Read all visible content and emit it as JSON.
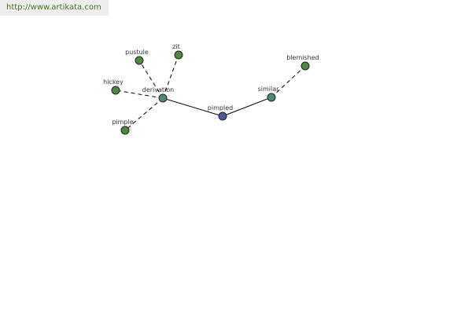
{
  "source": {
    "url_text": "http://www.artikata.com"
  },
  "graph": {
    "center": "pimpled",
    "nodes": [
      {
        "id": "pimpled",
        "label": "pimpled",
        "kind": "center"
      },
      {
        "id": "derivation",
        "label": "derivation",
        "kind": "relation"
      },
      {
        "id": "similar",
        "label": "similar",
        "kind": "relation"
      },
      {
        "id": "pustule",
        "label": "pustule",
        "kind": "word"
      },
      {
        "id": "zit",
        "label": "zit",
        "kind": "word"
      },
      {
        "id": "hickey",
        "label": "hickey",
        "kind": "word"
      },
      {
        "id": "pimple",
        "label": "pimple",
        "kind": "word"
      },
      {
        "id": "blemished",
        "label": "blemished",
        "kind": "word"
      }
    ],
    "edges": [
      {
        "from": "pimpled",
        "to": "derivation",
        "style": "solid"
      },
      {
        "from": "pimpled",
        "to": "similar",
        "style": "solid"
      },
      {
        "from": "derivation",
        "to": "pustule",
        "style": "dashed"
      },
      {
        "from": "derivation",
        "to": "zit",
        "style": "dashed"
      },
      {
        "from": "derivation",
        "to": "hickey",
        "style": "dashed"
      },
      {
        "from": "derivation",
        "to": "pimple",
        "style": "dashed"
      },
      {
        "from": "similar",
        "to": "blemished",
        "style": "dashed"
      }
    ],
    "colors": {
      "center": "#4a5a9a",
      "relation": "#4a8a7a",
      "word": "#4a8a3a",
      "node_stroke": "#222222",
      "edge": "#000000",
      "url_text": "#44761e",
      "url_bg": "#eeeeee"
    }
  }
}
